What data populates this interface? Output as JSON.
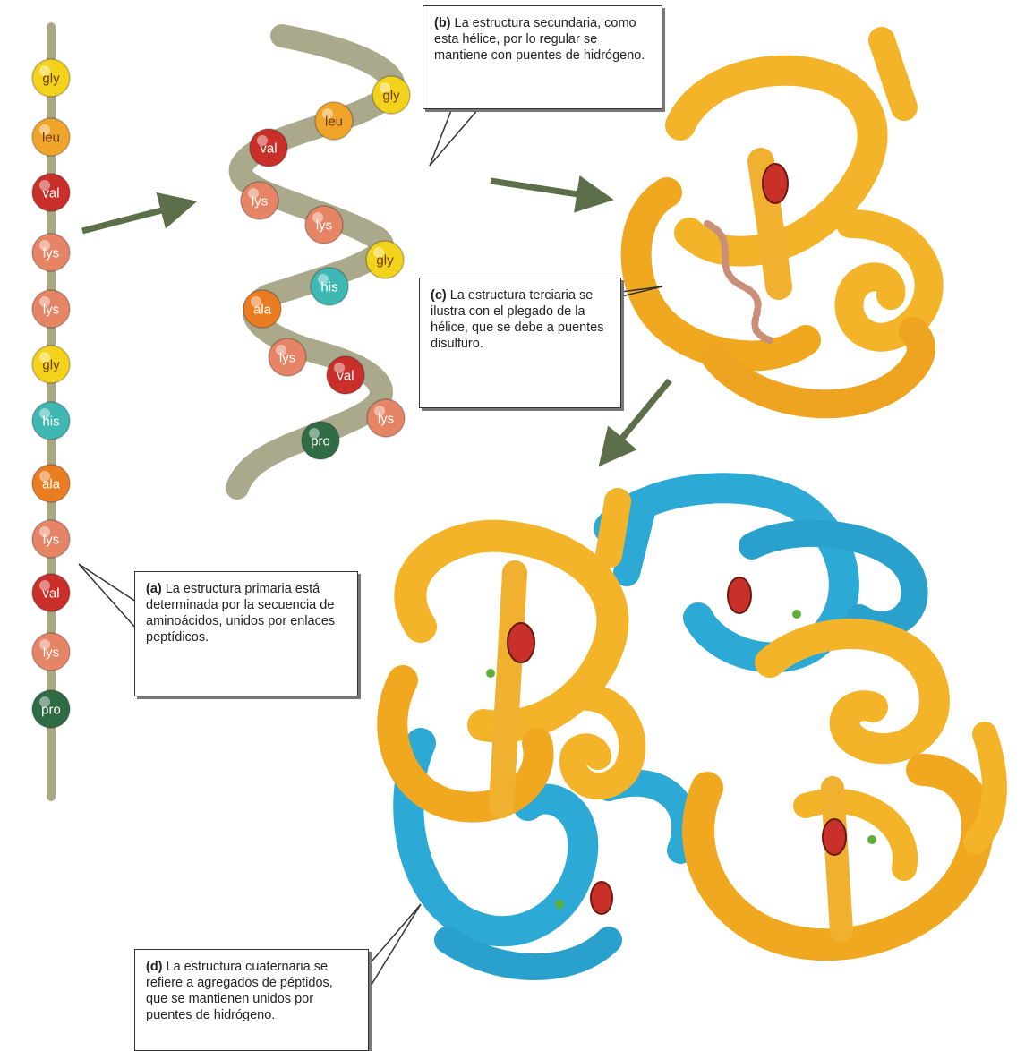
{
  "colors": {
    "gly": "#f2d21a",
    "leu": "#f0a52a",
    "val": "#c9302a",
    "lys": "#e58566",
    "his": "#3fb7b2",
    "ala": "#ea7d22",
    "pro": "#2f6b43",
    "backbone": "#9c9a78",
    "yellow_protein": "#f4b42a",
    "blue_protein": "#2ca9d4",
    "arrow": "#5d6f4a"
  },
  "primary_chain": [
    "gly",
    "leu",
    "val",
    "lys",
    "lys",
    "gly",
    "his",
    "ala",
    "lys",
    "val",
    "lys",
    "pro"
  ],
  "helix_chain": [
    "gly",
    "leu",
    "val",
    "lys",
    "lys",
    "gly",
    "his",
    "ala",
    "lys",
    "val",
    "lys",
    "pro"
  ],
  "callouts": {
    "a": {
      "tag": "(a)",
      "text": "La estructura primaria está determinada por la secuencia de aminoácidos, unidos por enlaces peptídicos."
    },
    "b": {
      "tag": "(b)",
      "text": "La estructura secundaria, como esta hélice, por lo regular se mantiene con puentes de hidrógeno."
    },
    "c": {
      "tag": "(c)",
      "text": "La estructura terciaria se ilustra con el plegado de la hélice, que se debe a puentes disulfuro."
    },
    "d": {
      "tag": "(d)",
      "text": "La estructura cuaternaria se refiere a agregados de péptidos, que se mantienen unidos por puentes de hidrógeno."
    }
  }
}
